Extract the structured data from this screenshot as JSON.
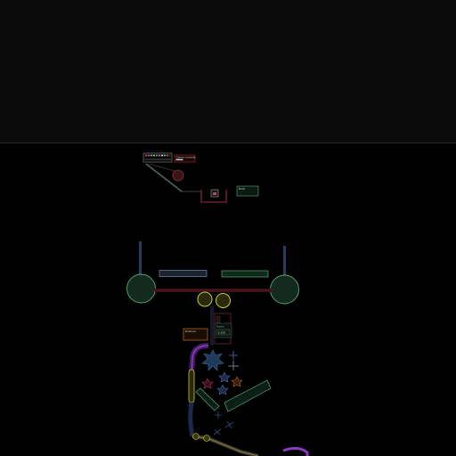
{
  "game": {
    "badges": {
      "top_label": "Game controls",
      "side_label": "Hold",
      "bottom_label": "Bumper",
      "score_label": "Score",
      "score_value": "1,225",
      "orange_label": "Rollover"
    },
    "colors": {
      "background": "#000000",
      "top_band": "#0a0a0a",
      "divider": "#2b2b2b",
      "bumper": "#132a1e",
      "bumper_stroke": "#57a678",
      "yellow": "#c9c93a",
      "purple": "#7a3aa3",
      "teal": "#3fa77a",
      "pink": "#b52f5a",
      "blue_star": "#2b4f7a"
    }
  }
}
